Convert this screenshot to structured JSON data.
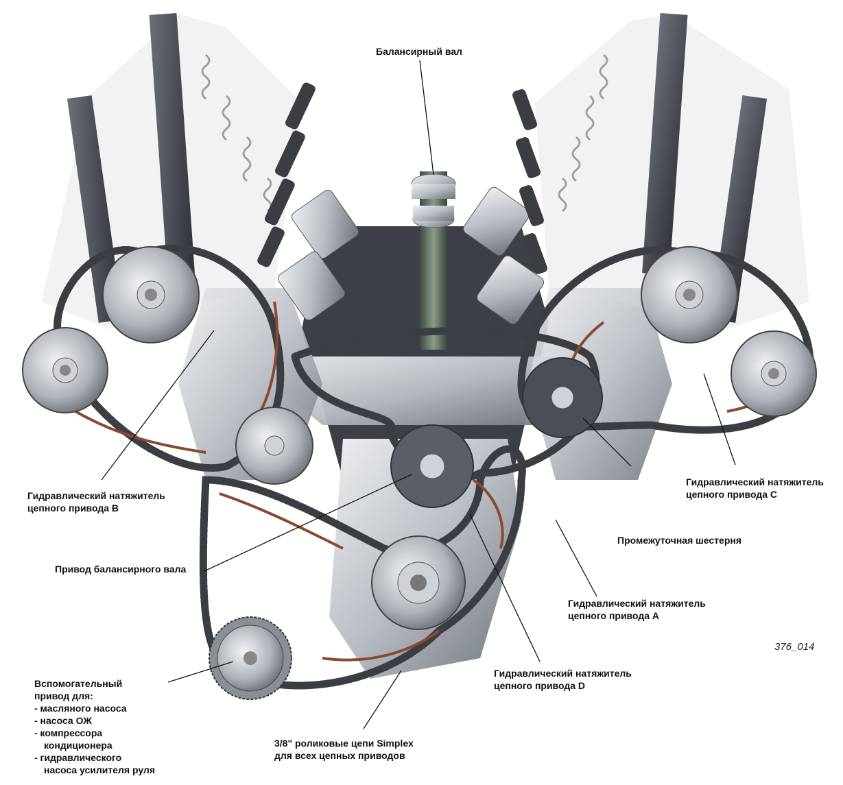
{
  "labels": {
    "balance_shaft": "Балансирный вал",
    "tensioner_b_line1": "Гидравлический натяжитель",
    "tensioner_b_line2": "цепного привода B",
    "tensioner_c_line1": "Гидравлический натяжитель",
    "tensioner_c_line2": "цепного привода C",
    "intermediate_gear": "Промежуточная шестерня",
    "balance_shaft_drive": "Привод балансирного вала",
    "tensioner_a_line1": "Гидравлический натяжитель",
    "tensioner_a_line2": "цепного привода A",
    "tensioner_d_line1": "Гидравлический натяжитель",
    "tensioner_d_line2": "цепного привода D",
    "chains_line1": "3/8\" роликовые цепи Simplex",
    "chains_line2": "для всех цепных приводов",
    "figure_code": "376_014"
  },
  "aux_drive": {
    "title_line1": "Вспомогательный",
    "title_line2": "привод для:",
    "items": [
      "- масляного насоса",
      "- насоса ОЖ",
      "- компрессора",
      "кондиционера",
      "- гидравлического",
      "насоса усилителя руля"
    ]
  },
  "colors": {
    "chain": "#3a3d42",
    "metal_light": "#d4d8dc",
    "metal_mid": "#9aa0a6",
    "metal_dark": "#4a4f55",
    "guide_rail": "#8a4a30",
    "leader_line": "#111111"
  }
}
